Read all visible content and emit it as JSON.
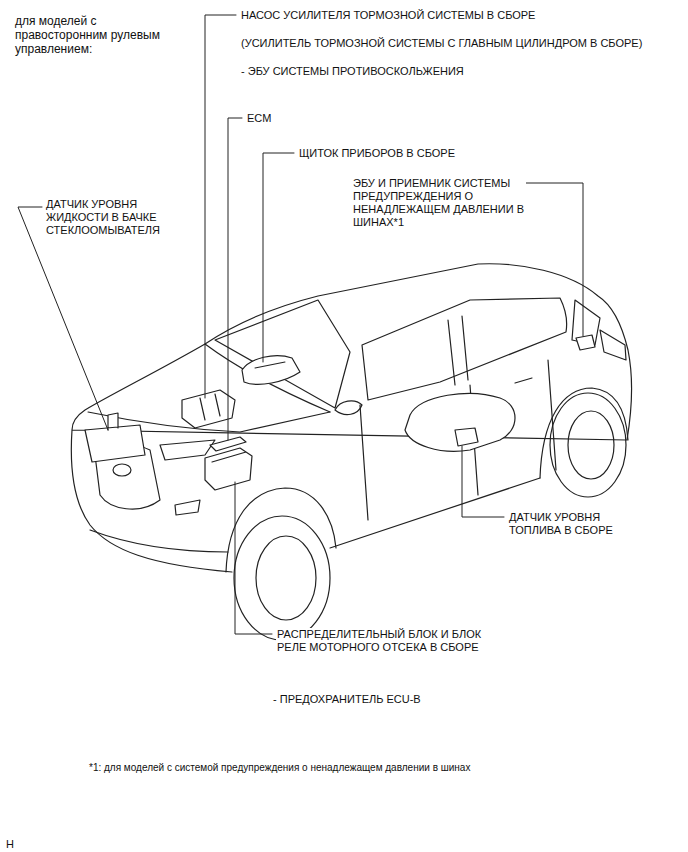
{
  "diagram": {
    "title": "для моделей с правосторонним рулевым управлением:",
    "labels": [
      "НАСОС УСИЛИТЕЛЯ ТОРМОЗНОЙ СИСТЕМЫ В СБОРЕ",
      "(УСИЛИТЕЛЬ ТОРМОЗНОЙ СИСТЕМЫ С ГЛАВНЫМ ЦИЛИНДРОМ В СБОРЕ)",
      "- ЭБУ СИСТЕМЫ ПРОТИВОСКОЛЬЖЕНИЯ",
      "ECM",
      "ЩИТОК ПРИБОРОВ В СБОРЕ",
      "ЭБУ И ПРИЕМНИК СИСТЕМЫ ПРЕДУПРЕЖДЕНИЯ О НЕНАДЛЕЖАЩЕМ ДАВЛЕНИИ В ШИНАХ*1",
      "ДАТЧИК УРОВНЯ ЖИДКОСТИ В БАЧКЕ СТЕКЛООМЫВАТЕЛЯ",
      "ДАТЧИК УРОВНЯ ТОПЛИВА В СБОРЕ",
      "РАСПРЕДЕЛИТЕЛЬНЫЙ БЛОК И БЛОК РЕЛЕ МОТОРНОГО ОТСЕКА В СБОРЕ",
      "- ПРЕДОХРАНИТЕЛЬ ECU-B",
      "*1: для моделей с системой предупреждения о ненадлежащем давлении в шинах",
      "H"
    ]
  }
}
